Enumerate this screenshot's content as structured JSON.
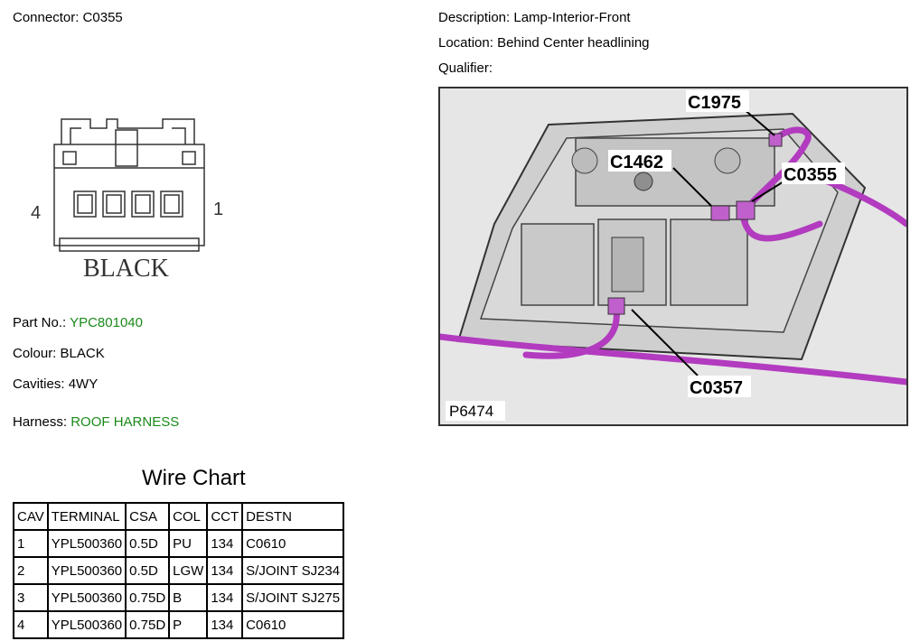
{
  "header": {
    "connector_label": "Connector:",
    "connector_value": "C0355",
    "description_label": "Description:",
    "description_value": "Lamp-Interior-Front",
    "location_label": "Location:",
    "location_value": "Behind Center headlining",
    "qualifier_label": "Qualifier:",
    "qualifier_value": ""
  },
  "connector_drawing": {
    "pin_left": "4",
    "pin_right": "1",
    "color_label": "BLACK"
  },
  "details": {
    "part_no_label": "Part No.:",
    "part_no_value": "YPC801040",
    "colour_label": "Colour:",
    "colour_value": "BLACK",
    "cavities_label": "Cavities:",
    "cavities_value": "4WY",
    "harness_label": "Harness:",
    "harness_value": "ROOF HARNESS",
    "link_color": "#1a8a1a"
  },
  "location_image": {
    "callouts": [
      "C1975",
      "C1462",
      "C0355",
      "C0357"
    ],
    "figure_id": "P6474",
    "harness_color": "#b23bbf"
  },
  "wire_chart": {
    "title": "Wire Chart",
    "columns": [
      "CAV",
      "TERMINAL",
      "CSA",
      "COL",
      "CCT",
      "DESTN"
    ],
    "rows": [
      [
        "1",
        "YPL500360",
        "0.5D",
        "PU",
        "134",
        "C0610"
      ],
      [
        "2",
        "YPL500360",
        "0.5D",
        "LGW",
        "134",
        "S/JOINT SJ234"
      ],
      [
        "3",
        "YPL500360",
        "0.75D",
        "B",
        "134",
        "S/JOINT SJ275"
      ],
      [
        "4",
        "YPL500360",
        "0.75D",
        "P",
        "134",
        "C0610"
      ]
    ]
  }
}
